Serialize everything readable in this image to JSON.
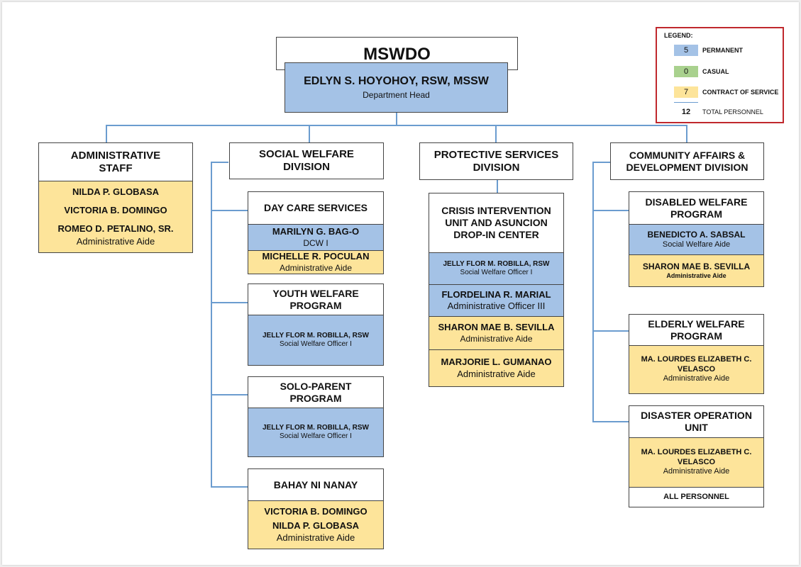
{
  "legend": {
    "title": "LEGEND:",
    "items": [
      {
        "count": "5",
        "label": "PERMANENT",
        "color": "#a4c2e6"
      },
      {
        "count": "0",
        "label": "CASUAL",
        "color": "#a9d18e"
      },
      {
        "count": "7",
        "label": "CONTRACT OF SERVICE",
        "color": "#fde49a"
      }
    ],
    "total": {
      "count": "12",
      "label": "TOTAL PERSONNEL"
    }
  },
  "top": {
    "office": "MSWDO",
    "head_name": "EDLYN S. HOYOHOY, RSW, MSSW",
    "head_title": "Department Head"
  },
  "admin": {
    "title": "ADMINISTRATIVE STAFF",
    "names": [
      "NILDA P. GLOBASA",
      "VICTORIA B. DOMINGO",
      "ROMEO D. PETALINO, SR."
    ],
    "role": "Administrative Aide"
  },
  "social": {
    "title": "SOCIAL WELFARE DIVISION",
    "daycare": {
      "title": "DAY CARE SERVICES",
      "staff": [
        {
          "name": "MARILYN G. BAG-O",
          "role": "DCW I"
        },
        {
          "name": "MICHELLE R. POCULAN",
          "role": "Administrative Aide"
        }
      ]
    },
    "youth": {
      "title": "YOUTH WELFARE PROGRAM",
      "name": "JELLY FLOR M. ROBILLA, RSW",
      "role": "Social Welfare Officer I"
    },
    "solo": {
      "title": "SOLO-PARENT PROGRAM",
      "name": "JELLY FLOR M. ROBILLA, RSW",
      "role": "Social Welfare Officer I"
    },
    "bahay": {
      "title": "BAHAY NI NANAY",
      "names": [
        "VICTORIA B. DOMINGO",
        "NILDA P. GLOBASA"
      ],
      "role": "Administrative Aide"
    }
  },
  "protective": {
    "title": "PROTECTIVE SERVICES DIVISION",
    "crisis_title": "CRISIS INTERVENTION UNIT AND ASUNCION DROP-IN CENTER",
    "staff": [
      {
        "name": "JELLY FLOR M. ROBILLA, RSW",
        "role": "Social Welfare Officer I"
      },
      {
        "name": "FLORDELINA R. MARIAL",
        "role": "Administrative Officer III"
      },
      {
        "name": "SHARON MAE B. SEVILLA",
        "role": "Administrative Aide"
      },
      {
        "name": "MARJORIE L. GUMANAO",
        "role": "Administrative Aide"
      }
    ]
  },
  "community": {
    "title": "COMMUNITY AFFAIRS & DEVELOPMENT DIVISION",
    "disabled": {
      "title": "DISABLED WELFARE PROGRAM",
      "staff": [
        {
          "name": "BENEDICTO A. SABSAL",
          "role": "Social Welfare Aide"
        },
        {
          "name": "SHARON MAE B. SEVILLA",
          "role": "Administrative Aide"
        }
      ]
    },
    "elderly": {
      "title": "ELDERLY WELFARE PROGRAM",
      "name": "MA. LOURDES ELIZABETH C. VELASCO",
      "role": "Administrative Aide"
    },
    "disaster": {
      "title": "DISASTER OPERATION UNIT",
      "name": "MA. LOURDES ELIZABETH C. VELASCO",
      "role": "Administrative Aide",
      "footer": "ALL PERSONNEL"
    }
  }
}
